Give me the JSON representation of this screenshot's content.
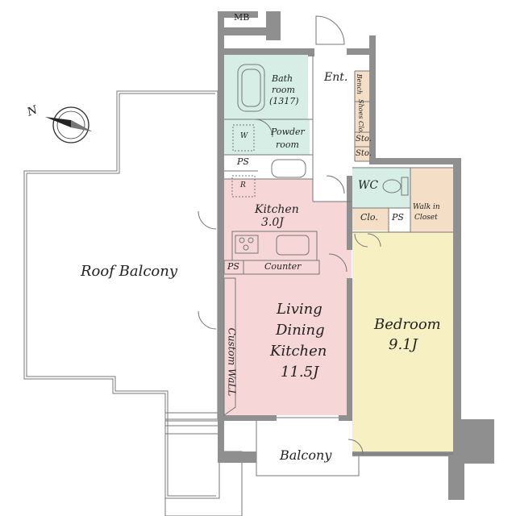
{
  "rooms": {
    "mb": "MB",
    "entrance": "Ent.",
    "bench": "Bench",
    "shoes_closet": "Shoes Clo.",
    "storage_1": "Sto.",
    "storage_2": "Sto.",
    "bath_line1": "Bath",
    "bath_line2": "room",
    "bath_line3": "(1317)",
    "washer": "W",
    "powder_line1": "Powder",
    "powder_line2": "room",
    "ps_top": "PS",
    "refrigerator": "R",
    "kitchen_name": "Kitchen",
    "kitchen_size": "3.0J",
    "ps_counter": "PS",
    "counter": "Counter",
    "wc": "WC",
    "closet": "Clo.",
    "ps_bedroom": "PS",
    "walk_in_line1": "Walk in",
    "walk_in_line2": "Closet",
    "roof_balcony": "Roof Balcony",
    "custom_wall": "Custom WaLL",
    "ldk_line1": "Living",
    "ldk_line2": "Dining",
    "ldk_line3": "Kitchen",
    "ldk_size": "11.5J",
    "bedroom_name": "Bedroom",
    "bedroom_size": "9.1J",
    "balcony": "Balcony"
  },
  "compass": {
    "label": "N"
  },
  "colors": {
    "ldk": "#f6d6d6",
    "bedroom": "#f7f0c2",
    "wet_area": "#d6eee6",
    "walk_in": "#f4dfc6",
    "wall": "#8f8f8f"
  }
}
